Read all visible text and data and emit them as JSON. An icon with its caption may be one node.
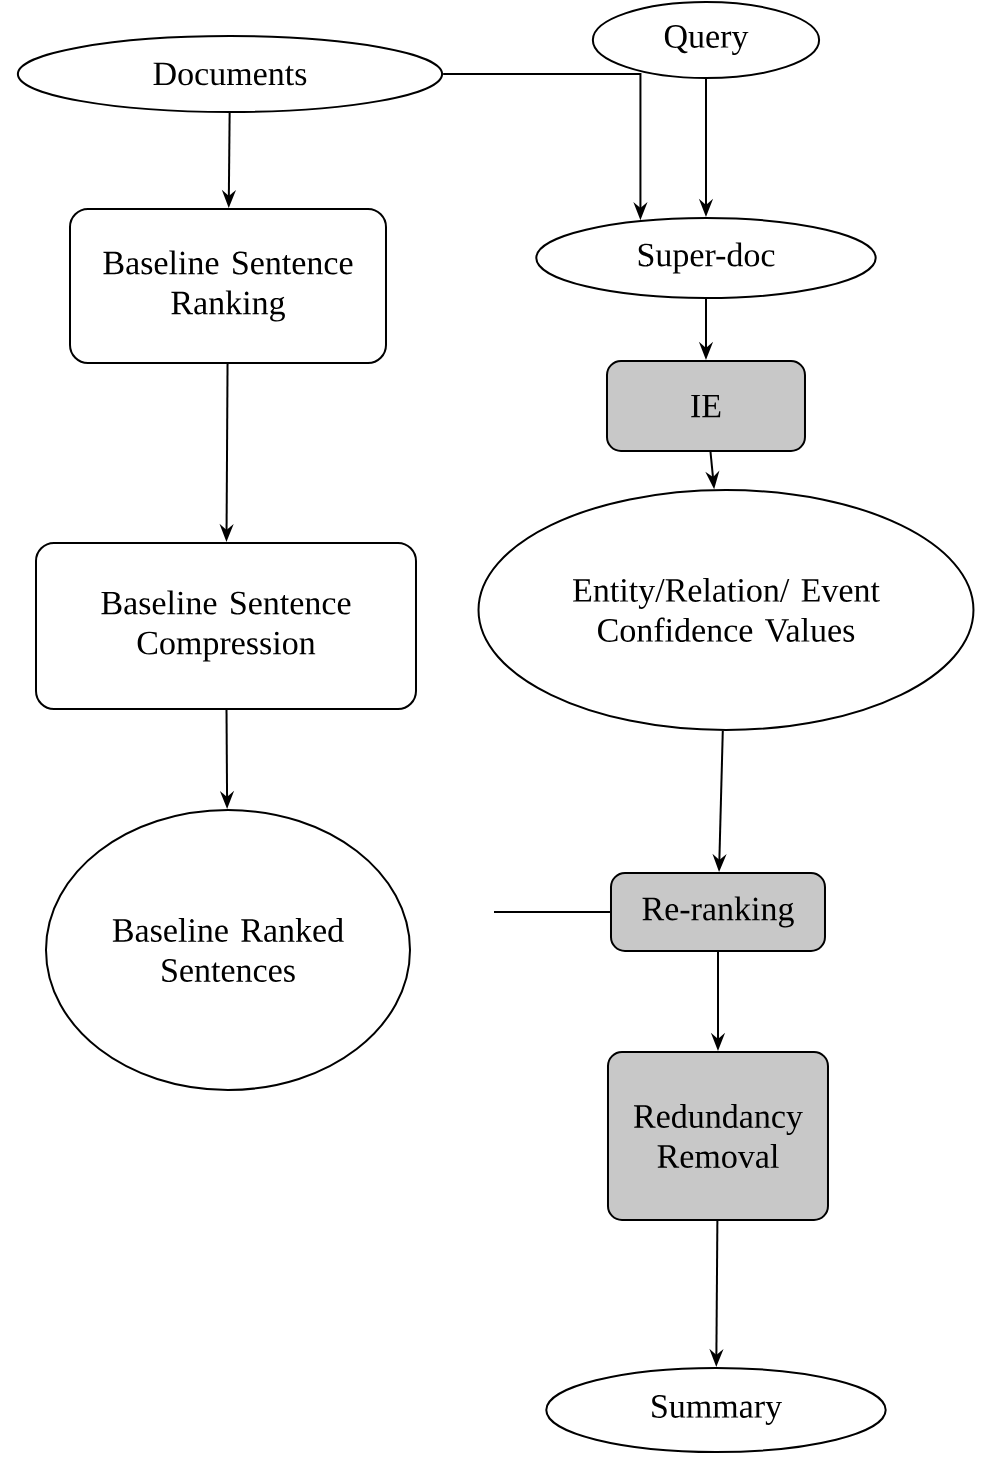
{
  "diagram": {
    "nodes": [
      {
        "text": [
          "Documents"
        ]
      },
      {
        "text": [
          "Query"
        ]
      },
      {
        "text": [
          "Super-doc"
        ]
      },
      {
        "text": [
          "Baseline Sentence Ranking"
        ]
      },
      {
        "text": [
          "IE"
        ]
      },
      {
        "text": [
          "Baseline Sentence Compression"
        ]
      },
      {
        "text": [
          "Entity/Relation/ Event Confidence Values"
        ]
      },
      {
        "text": [
          "Baseline Ranked Sentences"
        ]
      },
      {
        "text": [
          "Re-ranking"
        ]
      },
      {
        "text": [
          "Redundancy Removal"
        ]
      },
      {
        "text": [
          "Summary"
        ]
      }
    ],
    "edges": [
      {
        "from": 0,
        "to": 3,
        "arrow": "to"
      },
      {
        "from": 3,
        "to": 5,
        "arrow": "to"
      },
      {
        "from": 5,
        "to": 7,
        "arrow": "to"
      },
      {
        "from": 1,
        "to": 2,
        "arrow": "to"
      },
      {
        "from": 0,
        "to": 2,
        "arrow": "to"
      },
      {
        "from": 2,
        "to": 4,
        "arrow": "to"
      },
      {
        "from": 4,
        "to": 6,
        "arrow": "to"
      },
      {
        "from": 6,
        "to": 8,
        "arrow": "to"
      },
      {
        "from": 8,
        "to": 9,
        "arrow": "to"
      },
      {
        "from": 9,
        "to": 10,
        "arrow": "to"
      },
      {
        "from": null,
        "to": 8,
        "arrow": "none"
      }
    ]
  }
}
